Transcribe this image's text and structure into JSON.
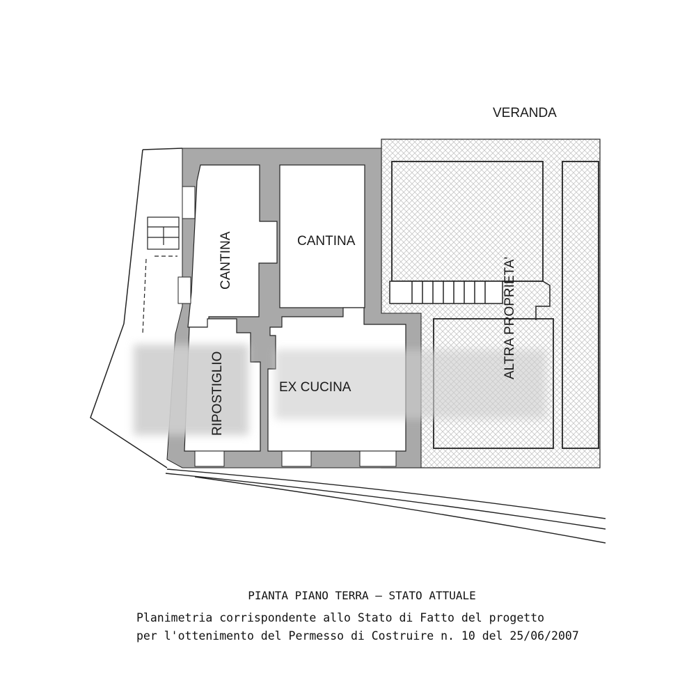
{
  "plan": {
    "labels": {
      "veranda": "VERANDA",
      "cantina_left": "CANTINA",
      "cantina_right": "CANTINA",
      "ripostiglio": "RIPOSTIGLIO",
      "ex_cucina": "EX CUCINA",
      "altra_proprieta": "ALTRA PROPRIETA'"
    },
    "colors": {
      "wall": "#a9a9a9",
      "hatch": "#c8c8c8",
      "line": "#222222"
    }
  },
  "caption": {
    "title": "PIANTA PIANO TERRA — STATO ATTUALE",
    "line1": "Planimetria corrispondente allo Stato di Fatto del progetto",
    "line2": "per l'ottenimento del Permesso di Costruire n. 10 del 25/06/2007"
  }
}
